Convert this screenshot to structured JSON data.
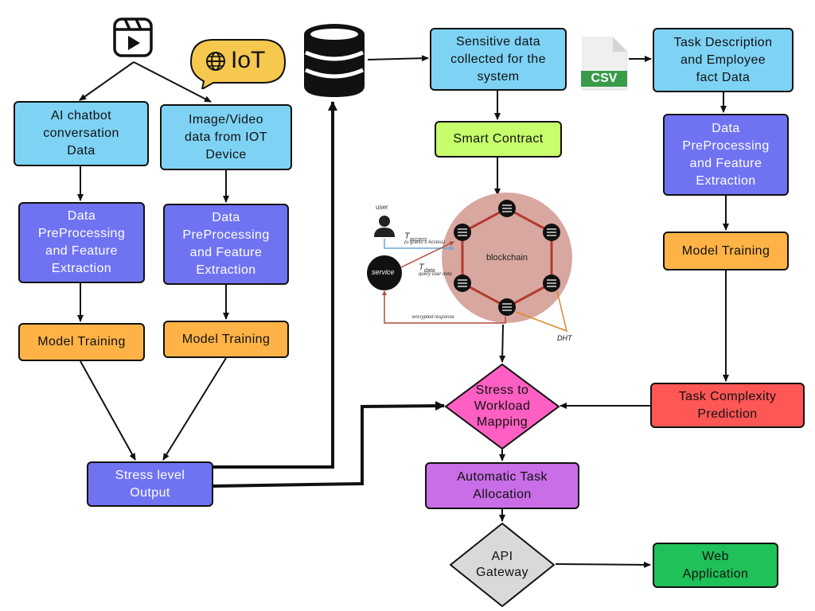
{
  "colors": {
    "blue_light": "#7ed3f5",
    "purple": "#6f73f2",
    "orange": "#ffb347",
    "green_light": "#c6ff6b",
    "pink": "#ff5fc2",
    "red": "#ff5656",
    "violet": "#c96ee6",
    "green": "#1fc159",
    "gray": "#d9d9d9",
    "iot_badge": "#f6c94e",
    "blockchain_circle": "#d8a7a0"
  },
  "icons": {
    "video": "video-play-icon",
    "iot": "iot-globe-icon",
    "database": "database-icon",
    "csv": "csv-file-icon",
    "user": "user-icon"
  },
  "iot_badge_text": "IoT",
  "csv_label": "CSV",
  "left": {
    "chatbot": "AI chatbot\nconversation\nData",
    "preproc1": "Data\nPreProcessing\nand Feature\nExtraction",
    "train1": "Model Training"
  },
  "middle": {
    "iotdata": "Image/Video\ndata from IOT\nDevice",
    "preproc2": "Data\nPreProcessing\nand Feature\nExtraction",
    "train2": "Model Training"
  },
  "output": "Stress level\nOutput",
  "center": {
    "sensitive": "Sensitive data\ncollected for the\nsystem",
    "contract": "Smart Contract",
    "stress_map": "Stress to\nWorkload\nMapping",
    "allocation": "Automatic Task\nAllocation",
    "gateway": "API\nGateway",
    "webapp": "Web\nApplication"
  },
  "right": {
    "taskdesc": "Task Description\nand Employee\nfact Data",
    "preproc3": "Data\nPreProcessing\nand Feature\nExtraction",
    "train3": "Model Training",
    "complexity": "Task Complexity\nPrediction"
  },
  "blockchain": {
    "center_label": "blockchain",
    "user_label": "user",
    "service_label": "service",
    "access_label": "T",
    "access_sub": "access",
    "access_note": "(u grants s Access)",
    "data_label": "T",
    "data_sub": "data",
    "data_note": "query user data",
    "response_label": "encrypted response",
    "dht_label": "DHT"
  }
}
